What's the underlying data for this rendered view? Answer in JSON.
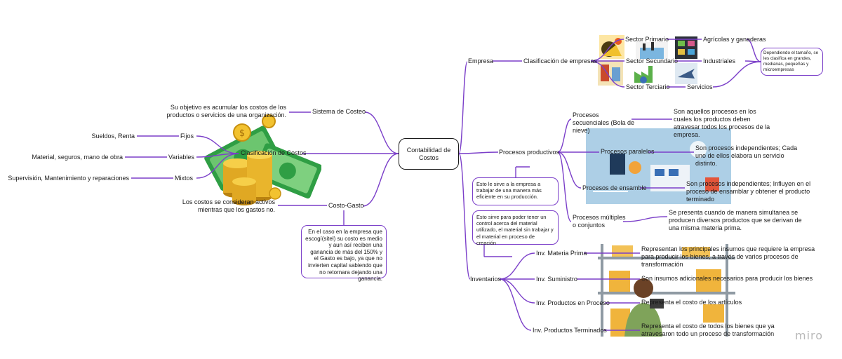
{
  "center": {
    "title": "Contabilidad de Costos"
  },
  "left": {
    "sistema": {
      "label": "Sistema de Costeo",
      "desc": "Su objetivo es acumular los costos de los productos o servicios de una organización."
    },
    "clasificacion": {
      "label": "Clasificación de Costos",
      "items": [
        {
          "label": "Fijos",
          "example": "Sueldos, Renta"
        },
        {
          "label": "Variables",
          "example": "Material, seguros, mano de obra"
        },
        {
          "label": "Mixtos",
          "example": "Supervisión, Mantenimiento y reparaciones"
        }
      ]
    },
    "costo_gasto": {
      "label": "Costo-Gasto",
      "desc": "Los costos se consideran activos mientras que los gastos no.",
      "note": "En el caso en la empresa que escogí(sitel) su costo es medio y aun así reciben una ganancia de más del 150% y el Gasto es  bajo, ya que no invierten capital sabiendo que no retornara dejando una ganancia."
    }
  },
  "empresa": {
    "label": "Empresa",
    "clasificacion": "Clasificación de empresas",
    "sectores": [
      {
        "label": "Sector Primario",
        "tipo": "Agrícolas y ganaderas"
      },
      {
        "label": "Sector Secundario",
        "tipo": "Industriales"
      },
      {
        "label": "Sector Terciario",
        "tipo": "Servicios"
      }
    ],
    "nota": "Dependiendo el tamaño, se les clasifica en grandes, medianas, pequeñas y microempresas"
  },
  "procesos": {
    "label": "Procesos productivos",
    "items": [
      {
        "label": "Procesos secuenciales (Bola de nieve)",
        "desc": "Son aquellos procesos en los cuales los productos deben atravesar todos los procesos de la empresa."
      },
      {
        "label": "Procesos paralelos",
        "desc": "Son procesos independientes; Cada uno de ellos elabora un servicio distinto."
      },
      {
        "label": "Procesos de ensamble",
        "desc": "Son procesos independientes; Influyen en el proceso de ensamblar y obtener el producto terminado"
      },
      {
        "label": "Procesos múltiples o conjuntos",
        "desc": "Se presenta cuando de manera simultanea se producen diversos productos que se derivan de una misma materia prima."
      }
    ],
    "nota": "Esto le sirve a la empresa a trabajar de una manera más eficiente en su producción."
  },
  "inventarios": {
    "label": "Inventarios",
    "nota": "Esto sirve para poder tener un control acerca del material utilizado, el material sin trabajar y el material en proceso de creación",
    "items": [
      {
        "label": "Inv. Materia Prima",
        "desc": "Representan los principales insumos que requiere la empresa para producir los bienes, a través de varios procesos de transformación"
      },
      {
        "label": "Inv. Suministro",
        "desc": "Son insumos adicionales necesarios para producir los bienes"
      },
      {
        "label": "Inv. Productos en Proceso",
        "desc": "Representa el costo de los artículos"
      },
      {
        "label": "Inv. Productos Terminados",
        "desc": "Representa el costo de todos los bienes que ya atravesaron todo un proceso de transformación"
      }
    ]
  },
  "brand": "miro",
  "colors": {
    "link": "#7b3fc9",
    "node_border": "#1a1a1a",
    "money": "#3fae49",
    "coin": "#e8b21c"
  }
}
